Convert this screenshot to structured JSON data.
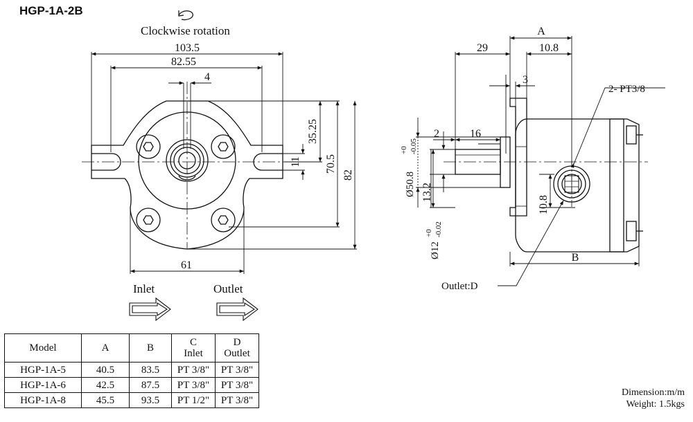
{
  "model_title": "HGP-1A-2B",
  "rotation_label": "Clockwise rotation",
  "front_view": {
    "dim_overall_width": "103.5",
    "dim_bolt_width": "82.55",
    "dim_key": "4",
    "dim_top_to_center": "35.25",
    "dim_slot": "11",
    "dim_mid_height": "70.5",
    "dim_total_height": "82",
    "dim_bottom_width": "61",
    "inlet_label": "Inlet",
    "outlet_label": "Outlet"
  },
  "side_view": {
    "dim_A": "A",
    "dim_29": "29",
    "dim_10_8_top": "10.8",
    "dim_3": "3",
    "port_callout": "2- PT3/8",
    "dim_2": "2",
    "dim_16": "16",
    "dim_pilot_dia": "Ø50.8",
    "dim_pilot_tol_upper": "+0",
    "dim_pilot_tol_lower": "-0.05",
    "dim_13_2": "13.2",
    "dim_10_8_side": "10.8",
    "dim_shaft_dia": "Ø12",
    "dim_shaft_tol_upper": "+0",
    "dim_shaft_tol_lower": "-0.02",
    "dim_B": "B",
    "outlet_callout": "Outlet:D"
  },
  "table": {
    "headers": [
      {
        "line1": "Model",
        "line2": ""
      },
      {
        "line1": "A",
        "line2": ""
      },
      {
        "line1": "B",
        "line2": ""
      },
      {
        "line1": "C",
        "line2": "Inlet"
      },
      {
        "line1": "D",
        "line2": "Outlet"
      }
    ],
    "rows": [
      [
        "HGP-1A-5",
        "40.5",
        "83.5",
        "PT 3/8\"",
        "PT 3/8\""
      ],
      [
        "HGP-1A-6",
        "42.5",
        "87.5",
        "PT 3/8\"",
        "PT 3/8\""
      ],
      [
        "HGP-1A-8",
        "45.5",
        "93.5",
        "PT 1/2\"",
        "PT 3/8\""
      ]
    ]
  },
  "dimension_note": "Dimension:m/m",
  "weight_note": "Weight: 1.5kgs"
}
